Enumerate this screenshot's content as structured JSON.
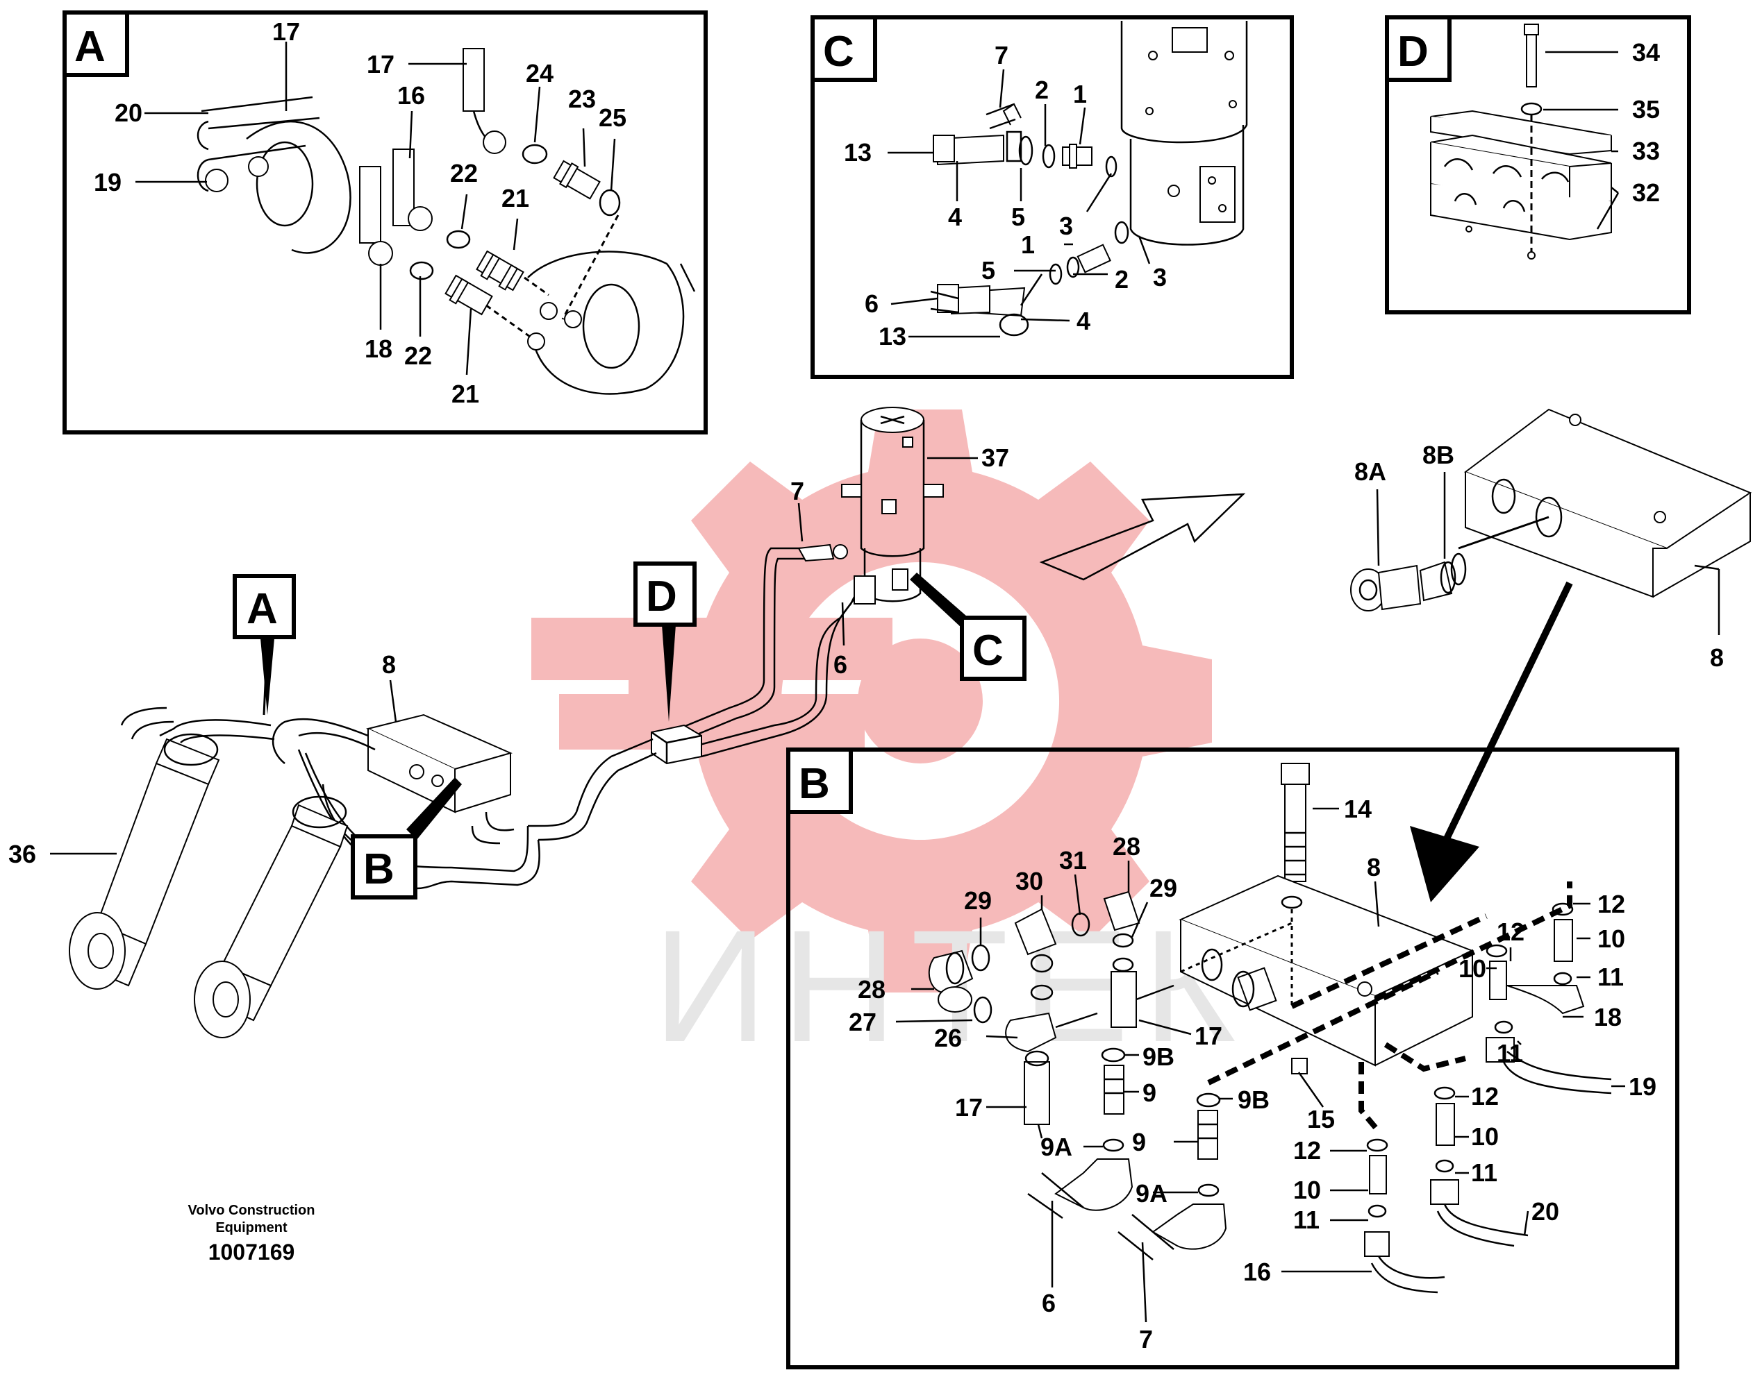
{
  "panels": {
    "A": {
      "letter": "A",
      "labels": [
        "17",
        "20",
        "19",
        "17",
        "16",
        "24",
        "23",
        "25",
        "22",
        "21",
        "18",
        "22",
        "21"
      ]
    },
    "C": {
      "letter": "C",
      "labels": [
        "7",
        "2",
        "1",
        "13",
        "4",
        "5",
        "3",
        "1",
        "3",
        "5",
        "2",
        "6",
        "13",
        "4"
      ]
    },
    "D": {
      "letter": "D",
      "labels": [
        "34",
        "35",
        "33",
        "32"
      ]
    },
    "B": {
      "letter": "B",
      "labels": [
        "14",
        "8",
        "28",
        "29",
        "31",
        "30",
        "29",
        "12",
        "10",
        "12",
        "28",
        "11",
        "27",
        "26",
        "17",
        "10",
        "18",
        "9B",
        "11",
        "17",
        "9",
        "9B",
        "15",
        "12",
        "19",
        "9A",
        "9",
        "12",
        "10",
        "10",
        "9A",
        "11",
        "11",
        "20",
        "16",
        "6",
        "7"
      ]
    }
  },
  "main": {
    "labels": [
      "37",
      "7",
      "8A",
      "8B",
      "6",
      "8",
      "8",
      "36"
    ],
    "view_markers": [
      "A",
      "D",
      "C",
      "B"
    ]
  },
  "credit": {
    "line1": "Volvo Construction",
    "line2": "Equipment",
    "number": "1007169"
  },
  "watermark": {
    "text": "ИНТЕК",
    "gear_color": "#f4a9a9",
    "text_color": "#e2e2e2"
  }
}
